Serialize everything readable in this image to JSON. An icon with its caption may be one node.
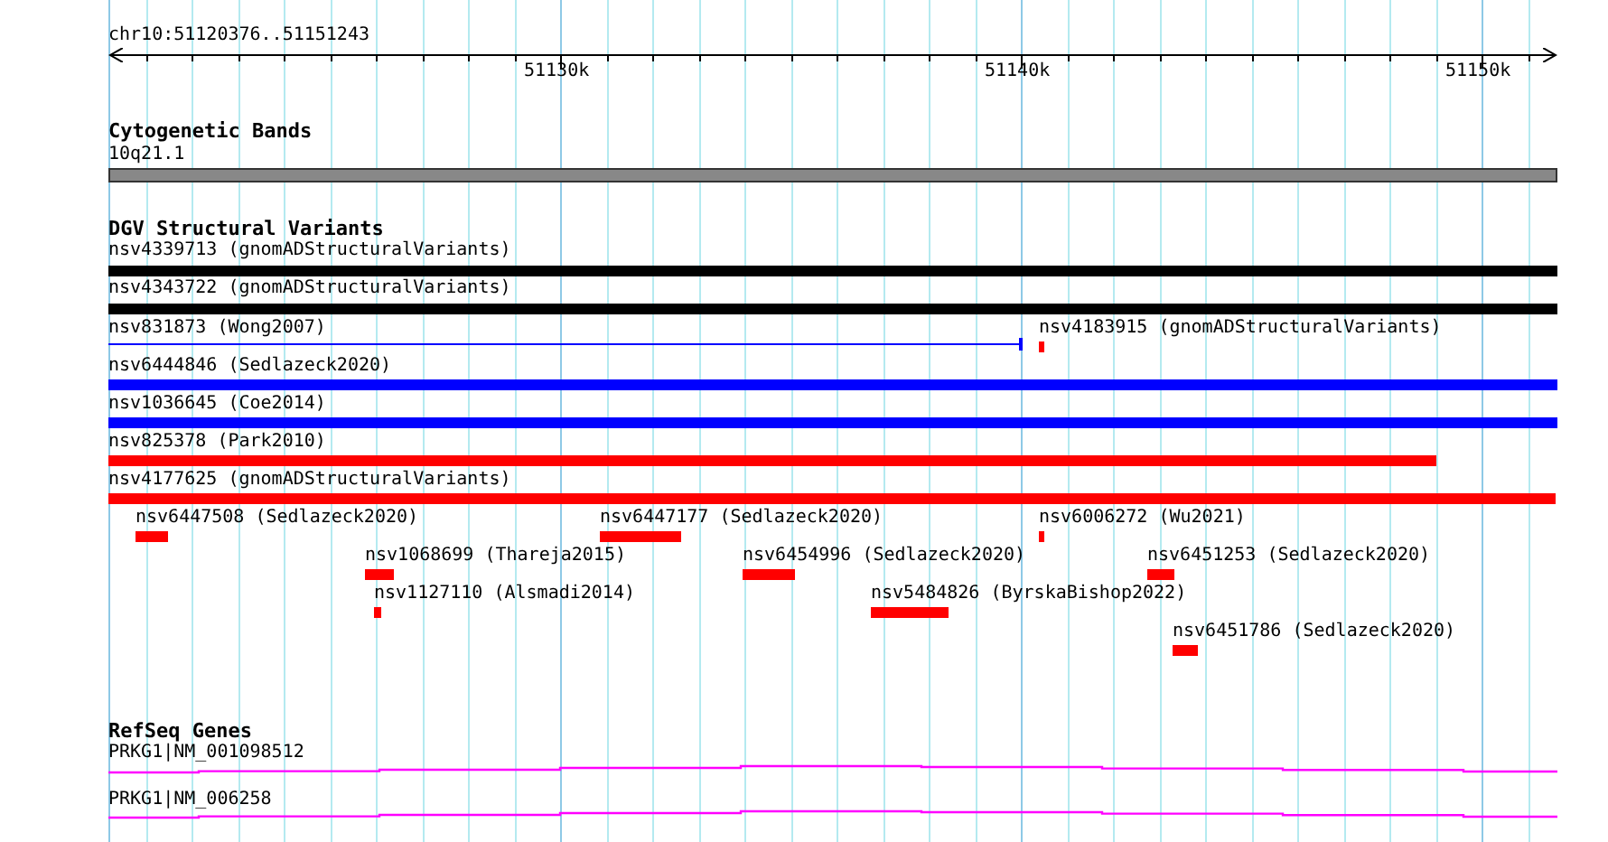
{
  "diagram": {
    "nodes": [
      {
        "text": [
          "10q21.1"
        ]
      },
      {
        "text": [
          "nsv4339713 (gnomADStructuralVariants)"
        ]
      },
      {
        "text": [
          "nsv4343722 (gnomADStructuralVariants)"
        ]
      },
      {
        "text": [
          "nsv831873 (Wong2007)"
        ]
      },
      {
        "text": [
          "nsv4183915 (gnomADStructuralVariants)"
        ]
      },
      {
        "text": [
          "nsv6444846 (Sedlazeck2020)"
        ]
      },
      {
        "text": [
          "nsv1036645 (Coe2014)"
        ]
      },
      {
        "text": [
          "nsv825378 (Park2010)"
        ]
      },
      {
        "text": [
          "nsv4177625 (gnomADStructuralVariants)"
        ]
      },
      {
        "text": [
          "nsv6447508 (Sedlazeck2020)"
        ]
      },
      {
        "text": [
          "nsv6447177 (Sedlazeck2020)"
        ]
      },
      {
        "text": [
          "nsv6006272 (Wu2021)"
        ]
      },
      {
        "text": [
          "nsv1068699 (Thareja2015)"
        ]
      },
      {
        "text": [
          "nsv6454996 (Sedlazeck2020)"
        ]
      },
      {
        "text": [
          "nsv6451253 (Sedlazeck2020)"
        ]
      },
      {
        "text": [
          "nsv1127110 (Alsmadi2014)"
        ]
      },
      {
        "text": [
          "nsv5484826 (ByrskaBishop2022)"
        ]
      },
      {
        "text": [
          "nsv6451786 (Sedlazeck2020)"
        ]
      },
      {
        "text": [
          "PRKG1|NM_001098512"
        ]
      },
      {
        "text": [
          "PRKG1|NM_006258"
        ]
      }
    ],
    "labels": [
      "chr10:51120376..51151243",
      "51130k",
      "51140k",
      "51150k",
      "Cytogenetic Bands",
      "DGV Structural Variants",
      "RefSeq Genes"
    ]
  }
}
